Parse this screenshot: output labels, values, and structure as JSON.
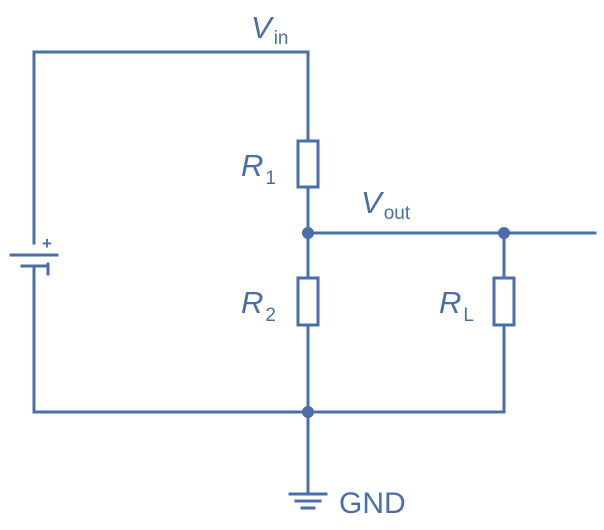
{
  "colors": {
    "stroke": "#4a6fa8",
    "text": "#4a6fa8",
    "background": "#ffffff"
  },
  "labels": {
    "vin": {
      "symbol": "V",
      "subscript": "in"
    },
    "vout": {
      "symbol": "V",
      "subscript": "out"
    },
    "r1": {
      "symbol": "R",
      "subscript": "1"
    },
    "r2": {
      "symbol": "R",
      "subscript": "2"
    },
    "rl": {
      "symbol": "R",
      "subscript": "L"
    },
    "gnd": "GND"
  },
  "battery": {
    "plus": "+",
    "minus": "−"
  },
  "icons": {
    "battery": "battery-icon",
    "ground": "ground-icon"
  }
}
